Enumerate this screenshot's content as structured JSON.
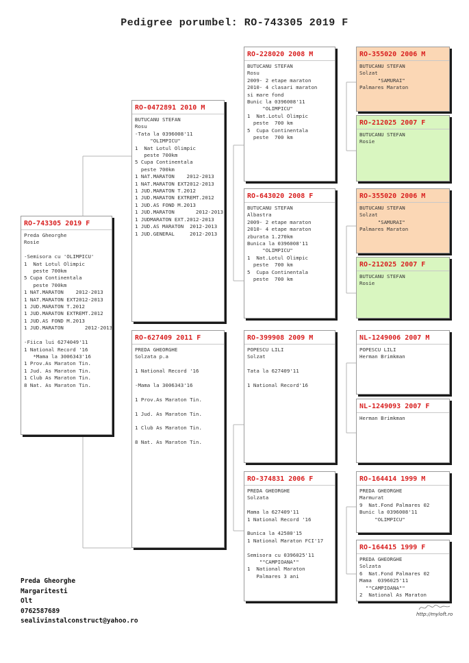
{
  "title": "Pedigree porumbel: RO-743305 2019 F",
  "cards": {
    "root": {
      "ring": "RO-743305 2019 F",
      "lines": [
        "Preda Gheorghe",
        "Rosie",
        "",
        "-Semisora cu 'OLIMPICU'",
        "1  Nat Lotul Olimpic",
        "   peste 700km",
        "5 Cupa Continentala",
        "   peste 700km",
        "1 NAT.MARATON    2012-2013",
        "1 NAT.MARATON EXT2012-2013",
        "1 JUD.MARATON T.2012",
        "1 JUD.MARATON EXTREMT.2012",
        "1 JUD.AS FOND M.2013",
        "1 JUD.MARATON       2012-2013",
        "",
        "-Fiica lui 6274049'11",
        "1 National Record '16",
        "   *Mama la 3006343'16",
        "1 Prov.As Maraton Tin.",
        "1 Jud. As Maraton Tin.",
        "1 Club As Maraton Tin.",
        "8 Nat. As Maraton Tin."
      ]
    },
    "sire": {
      "ring": "RO-0472891 2010 M",
      "lines": [
        "BUTUCANU STEFAN",
        "Rosu",
        "-Tata la 0396008'11",
        "     \"OLIMPICU\"",
        "1  Nat Lotul Olimpic",
        "   peste 700km",
        "5 Cupa Continentala",
        "  peste 700km",
        "1 NAT.MARATON    2012-2013",
        "1 NAT.MARATON EXT2012-2013",
        "1 JUD.MARATON T.2012",
        "1 JUD.MARATON EXTREMT.2012",
        "1 JUD.AS FOND M.2013",
        "1 JUD.MARATON       2012-2013",
        "1 JUDMARATON EXT.2012-2013",
        "1 JUD.AS MARATON  2012-2013",
        "1 JUD.GENERAL     2012-2013"
      ]
    },
    "dam": {
      "ring": "RO-627409 2011 F",
      "lines": [
        "PREDA GHEORGHE",
        "Solzata p.a",
        "",
        "1 National Record '16",
        "",
        "-Mama la 3006343'16",
        "",
        "1 Prov.As Maraton Tin.",
        "",
        "1 Jud. As Maraton Tin.",
        "",
        "1 Club As Maraton Tin.",
        "",
        "8 Nat. As Maraton Tin."
      ]
    },
    "ss": {
      "ring": "RO-228020 2008 M",
      "lines": [
        "BUTUCANU STEFAN",
        "Rosu",
        "2009- 2 etape maraton",
        "2010- 4 clasari maraton",
        "si mare fond",
        "Bunic la 0396008'11",
        "     \"OLIMPICU\"",
        "1  Nat.Lotul Olimpic",
        "  peste  700 km",
        "5  Cupa Continentala",
        "  peste  700 km"
      ]
    },
    "sd": {
      "ring": "RO-643020 2008 F",
      "lines": [
        "BUTUCANU STEFAN",
        "Albastra",
        "2009- 2 etape maraton",
        "2010- 4 etape maraton",
        "zburata 1.270km",
        "Bunica la 0396008'11",
        "     \"OLIMPICU\"",
        "1  Nat.Lotul Olimpic",
        "  peste  700 km",
        "5  Cupa Continentala",
        "  peste  700 km"
      ]
    },
    "ds": {
      "ring": "RO-399908 2009 M",
      "lines": [
        "POPESCU LILI",
        "Solzat",
        "",
        "Tata la 627409'11",
        "",
        "1 National Record'16"
      ]
    },
    "dd": {
      "ring": "RO-374831 2006 F",
      "lines": [
        "PREDA GHEORGHE",
        "Solzata",
        "",
        "Mama la 627409'11",
        "1 National Record '16",
        "",
        "Bunica la 42580'15",
        "1 National Maraton FCI'17",
        "",
        "Semisora cu 0396025'11",
        "    \"\"CAMPIOANA\"\"",
        "1  National Maraton",
        "   Palmares 3 ani"
      ]
    },
    "sss": {
      "ring": "RO-355020 2006 M",
      "lines": [
        "BUTUCANU STEFAN",
        "Solzat",
        "      \"SAMURAI\"",
        "Palmares Maraton"
      ]
    },
    "ssd": {
      "ring": "RO-212025 2007 F",
      "lines": [
        "BUTUCANU STEFAN",
        "Rosie"
      ]
    },
    "sds": {
      "ring": "RO-355020 2006 M",
      "lines": [
        "BUTUCANU STEFAN",
        "Solzat",
        "      \"SAMURAI\"",
        "Palmares Maraton"
      ]
    },
    "sdd": {
      "ring": "RO-212025 2007 F",
      "lines": [
        "BUTUCANU STEFAN",
        "Rosie"
      ]
    },
    "dss": {
      "ring": "NL-1249006 2007 M",
      "lines": [
        "POPESCU LILI",
        "Herman Brimkman"
      ]
    },
    "dsd": {
      "ring": "NL-1249093 2007 F",
      "lines": [
        "Herman Brimkman"
      ]
    },
    "dds": {
      "ring": "RO-164414 1999 M",
      "lines": [
        "PREDA GHEORGHE",
        "Marmurat",
        "9  Nat.Fond Palmares 02",
        "Bunic la 0396008'11",
        "     \"OLIMPICU\""
      ]
    },
    "ddd": {
      "ring": "RO-164415 1999 F",
      "lines": [
        "PREDA GHEORGHE",
        "Solzata",
        "6  Nat.Fond Palmares 02",
        "Mama  0396025'11",
        "  \"\"CAMPIOANA\"\"",
        "2  National As Maraton"
      ]
    }
  },
  "owner": {
    "name": "Preda Gheorghe",
    "city": "Margaritesti",
    "county": "Olt",
    "phone": "0762587689",
    "email": "sealivinstalconstruct@yahoo.ro"
  },
  "website": "http://myloft.ro",
  "colors": {
    "ring": "#d81f1f",
    "orange": "#fbd7b5",
    "green": "#d9f6c0"
  }
}
